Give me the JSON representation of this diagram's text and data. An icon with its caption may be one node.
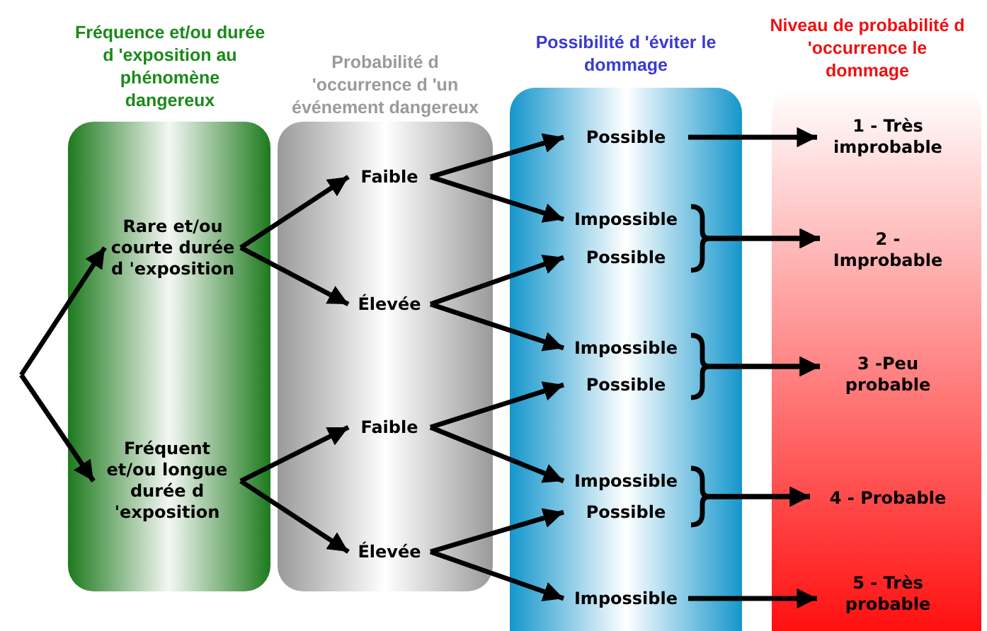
{
  "diagram": {
    "nodes": [
      {
        "text": [
          "Fréquence et/ou durée d 'exposition au phénomène dangereux"
        ]
      },
      {
        "text": [
          "Rare et/ou courte durée d 'exposition"
        ],
        "in": 0
      },
      {
        "text": [
          "Fréquent et/ou longue durée d 'exposition"
        ],
        "in": 0
      },
      {
        "text": [
          "Probabilité d 'occurrence d 'un événement dangereux"
        ]
      },
      {
        "text": [
          "Faible"
        ],
        "in": 3
      },
      {
        "text": [
          "Élevée"
        ],
        "in": 3
      },
      {
        "text": [
          "Faible"
        ],
        "in": 3
      },
      {
        "text": [
          "Élevée"
        ],
        "in": 3
      },
      {
        "text": [
          "Possibilité d 'éviter le dommage"
        ]
      },
      {
        "text": [
          "Possible"
        ],
        "in": 8
      },
      {
        "text": [
          "Impossible"
        ],
        "in": 8
      },
      {
        "text": [
          "Possible"
        ],
        "in": 8
      },
      {
        "text": [
          "Impossible"
        ],
        "in": 8
      },
      {
        "text": [
          "Possible"
        ],
        "in": 8
      },
      {
        "text": [
          "Impossible"
        ],
        "in": 8
      },
      {
        "text": [
          "Possible"
        ],
        "in": 8
      },
      {
        "text": [
          "Impossible"
        ],
        "in": 8
      },
      {
        "text": [
          "Niveau de probabilité d 'occurrence le dommage"
        ]
      },
      {
        "text": [
          "1 - Très improbable"
        ],
        "in": 17
      },
      {
        "text": [
          "2 - Improbable"
        ],
        "in": 17
      },
      {
        "text": [
          "3 -Peu probable"
        ],
        "in": 17
      },
      {
        "text": [
          "4 - Probable"
        ],
        "in": 17
      },
      {
        "text": [
          "5 - Très probable"
        ],
        "in": 17
      }
    ],
    "edges": [
      {
        "from": null,
        "to": 1,
        "arrow": "to"
      },
      {
        "from": null,
        "to": 2,
        "arrow": "to"
      },
      {
        "from": 1,
        "to": 4,
        "arrow": "to"
      },
      {
        "from": 1,
        "to": 5,
        "arrow": "to"
      },
      {
        "from": 2,
        "to": 6,
        "arrow": "to"
      },
      {
        "from": 2,
        "to": 7,
        "arrow": "to"
      },
      {
        "from": 4,
        "to": 9,
        "arrow": "to"
      },
      {
        "from": 4,
        "to": 10,
        "arrow": "to"
      },
      {
        "from": 5,
        "to": 11,
        "arrow": "to"
      },
      {
        "from": 5,
        "to": 12,
        "arrow": "to"
      },
      {
        "from": 6,
        "to": 13,
        "arrow": "to"
      },
      {
        "from": 6,
        "to": 14,
        "arrow": "to"
      },
      {
        "from": 7,
        "to": 15,
        "arrow": "to"
      },
      {
        "from": 7,
        "to": 16,
        "arrow": "to"
      },
      {
        "from": 9,
        "to": 18,
        "arrow": "to"
      },
      {
        "from": 10,
        "to": 19,
        "arrow": "to"
      },
      {
        "from": 11,
        "to": 19,
        "arrow": "to"
      },
      {
        "from": 12,
        "to": 20,
        "arrow": "to"
      },
      {
        "from": 13,
        "to": 20,
        "arrow": "to"
      },
      {
        "from": 14,
        "to": 21,
        "arrow": "to"
      },
      {
        "from": 15,
        "to": 21,
        "arrow": "to"
      },
      {
        "from": 16,
        "to": 22,
        "arrow": "to"
      }
    ]
  }
}
